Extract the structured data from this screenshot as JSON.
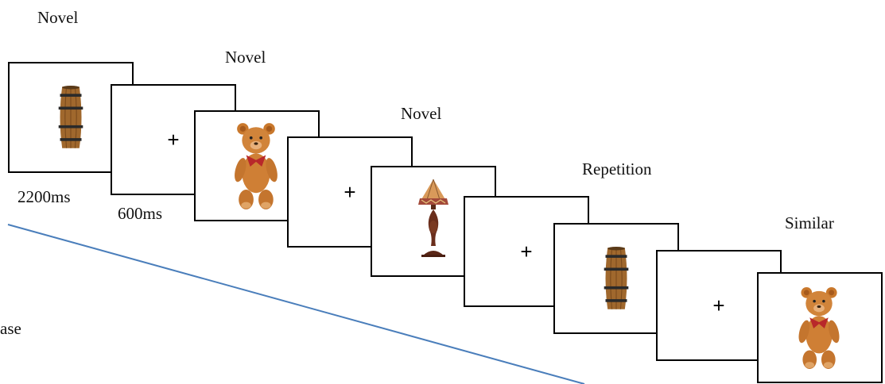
{
  "labels": {
    "novel_1": "Novel",
    "novel_2": "Novel",
    "novel_3": "Novel",
    "repetition": "Repetition",
    "similar": "Similar",
    "partial_left": "ase"
  },
  "timing": {
    "stimulus": "2200ms",
    "fixation": "600ms"
  },
  "fixation_symbol": "+",
  "frames": [
    {
      "content": "barrel-image"
    },
    {
      "content": "fixation-cross"
    },
    {
      "content": "teddy-bear-image"
    },
    {
      "content": "fixation-cross"
    },
    {
      "content": "table-lamp-image"
    },
    {
      "content": "fixation-cross"
    },
    {
      "content": "barrel-image"
    },
    {
      "content": "fixation-cross"
    },
    {
      "content": "teddy-bear-image"
    }
  ],
  "colors": {
    "diagonal_line": "#4a7ebb",
    "frame_border": "#000000"
  }
}
